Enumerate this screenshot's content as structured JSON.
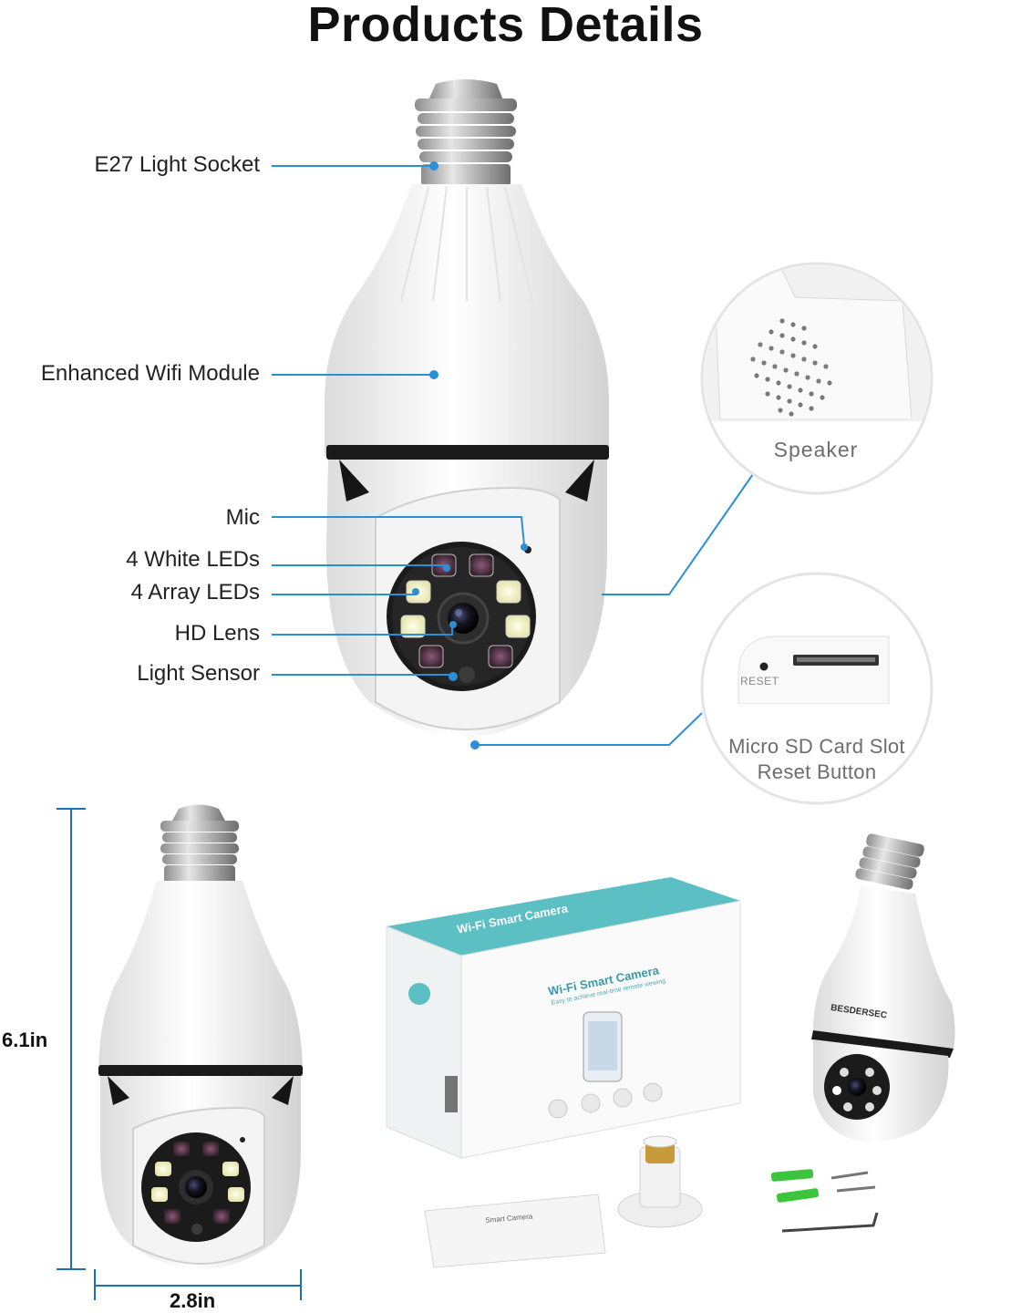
{
  "title": "Products Details",
  "callouts": {
    "socket": "E27 Light Socket",
    "wifi": "Enhanced Wifi Module",
    "mic": "Mic",
    "white_leds": "4 White LEDs",
    "array_leds": "4 Array LEDs",
    "lens": "HD Lens",
    "sensor": "Light Sensor"
  },
  "insets": {
    "speaker": "Speaker",
    "reset_small": "RESET",
    "sd_line1": "Micro SD Card Slot",
    "sd_line2": "Reset Button"
  },
  "dimensions": {
    "height": "6.1in",
    "width": "2.8in"
  },
  "package": {
    "box_title": "Wi-Fi Smart Camera",
    "box_subtitle": "Easy to achieve real-time remote viewing",
    "box_side": "Wi-Fi Smart Camera",
    "manual_title": "Smart Camera",
    "brand": "BESDERSEC"
  },
  "colors": {
    "callout_line": "#2b8fd6",
    "dim_line": "#1d6fb8",
    "box_teal": "#5bbfc4",
    "anchor_green": "#3cc43c"
  }
}
